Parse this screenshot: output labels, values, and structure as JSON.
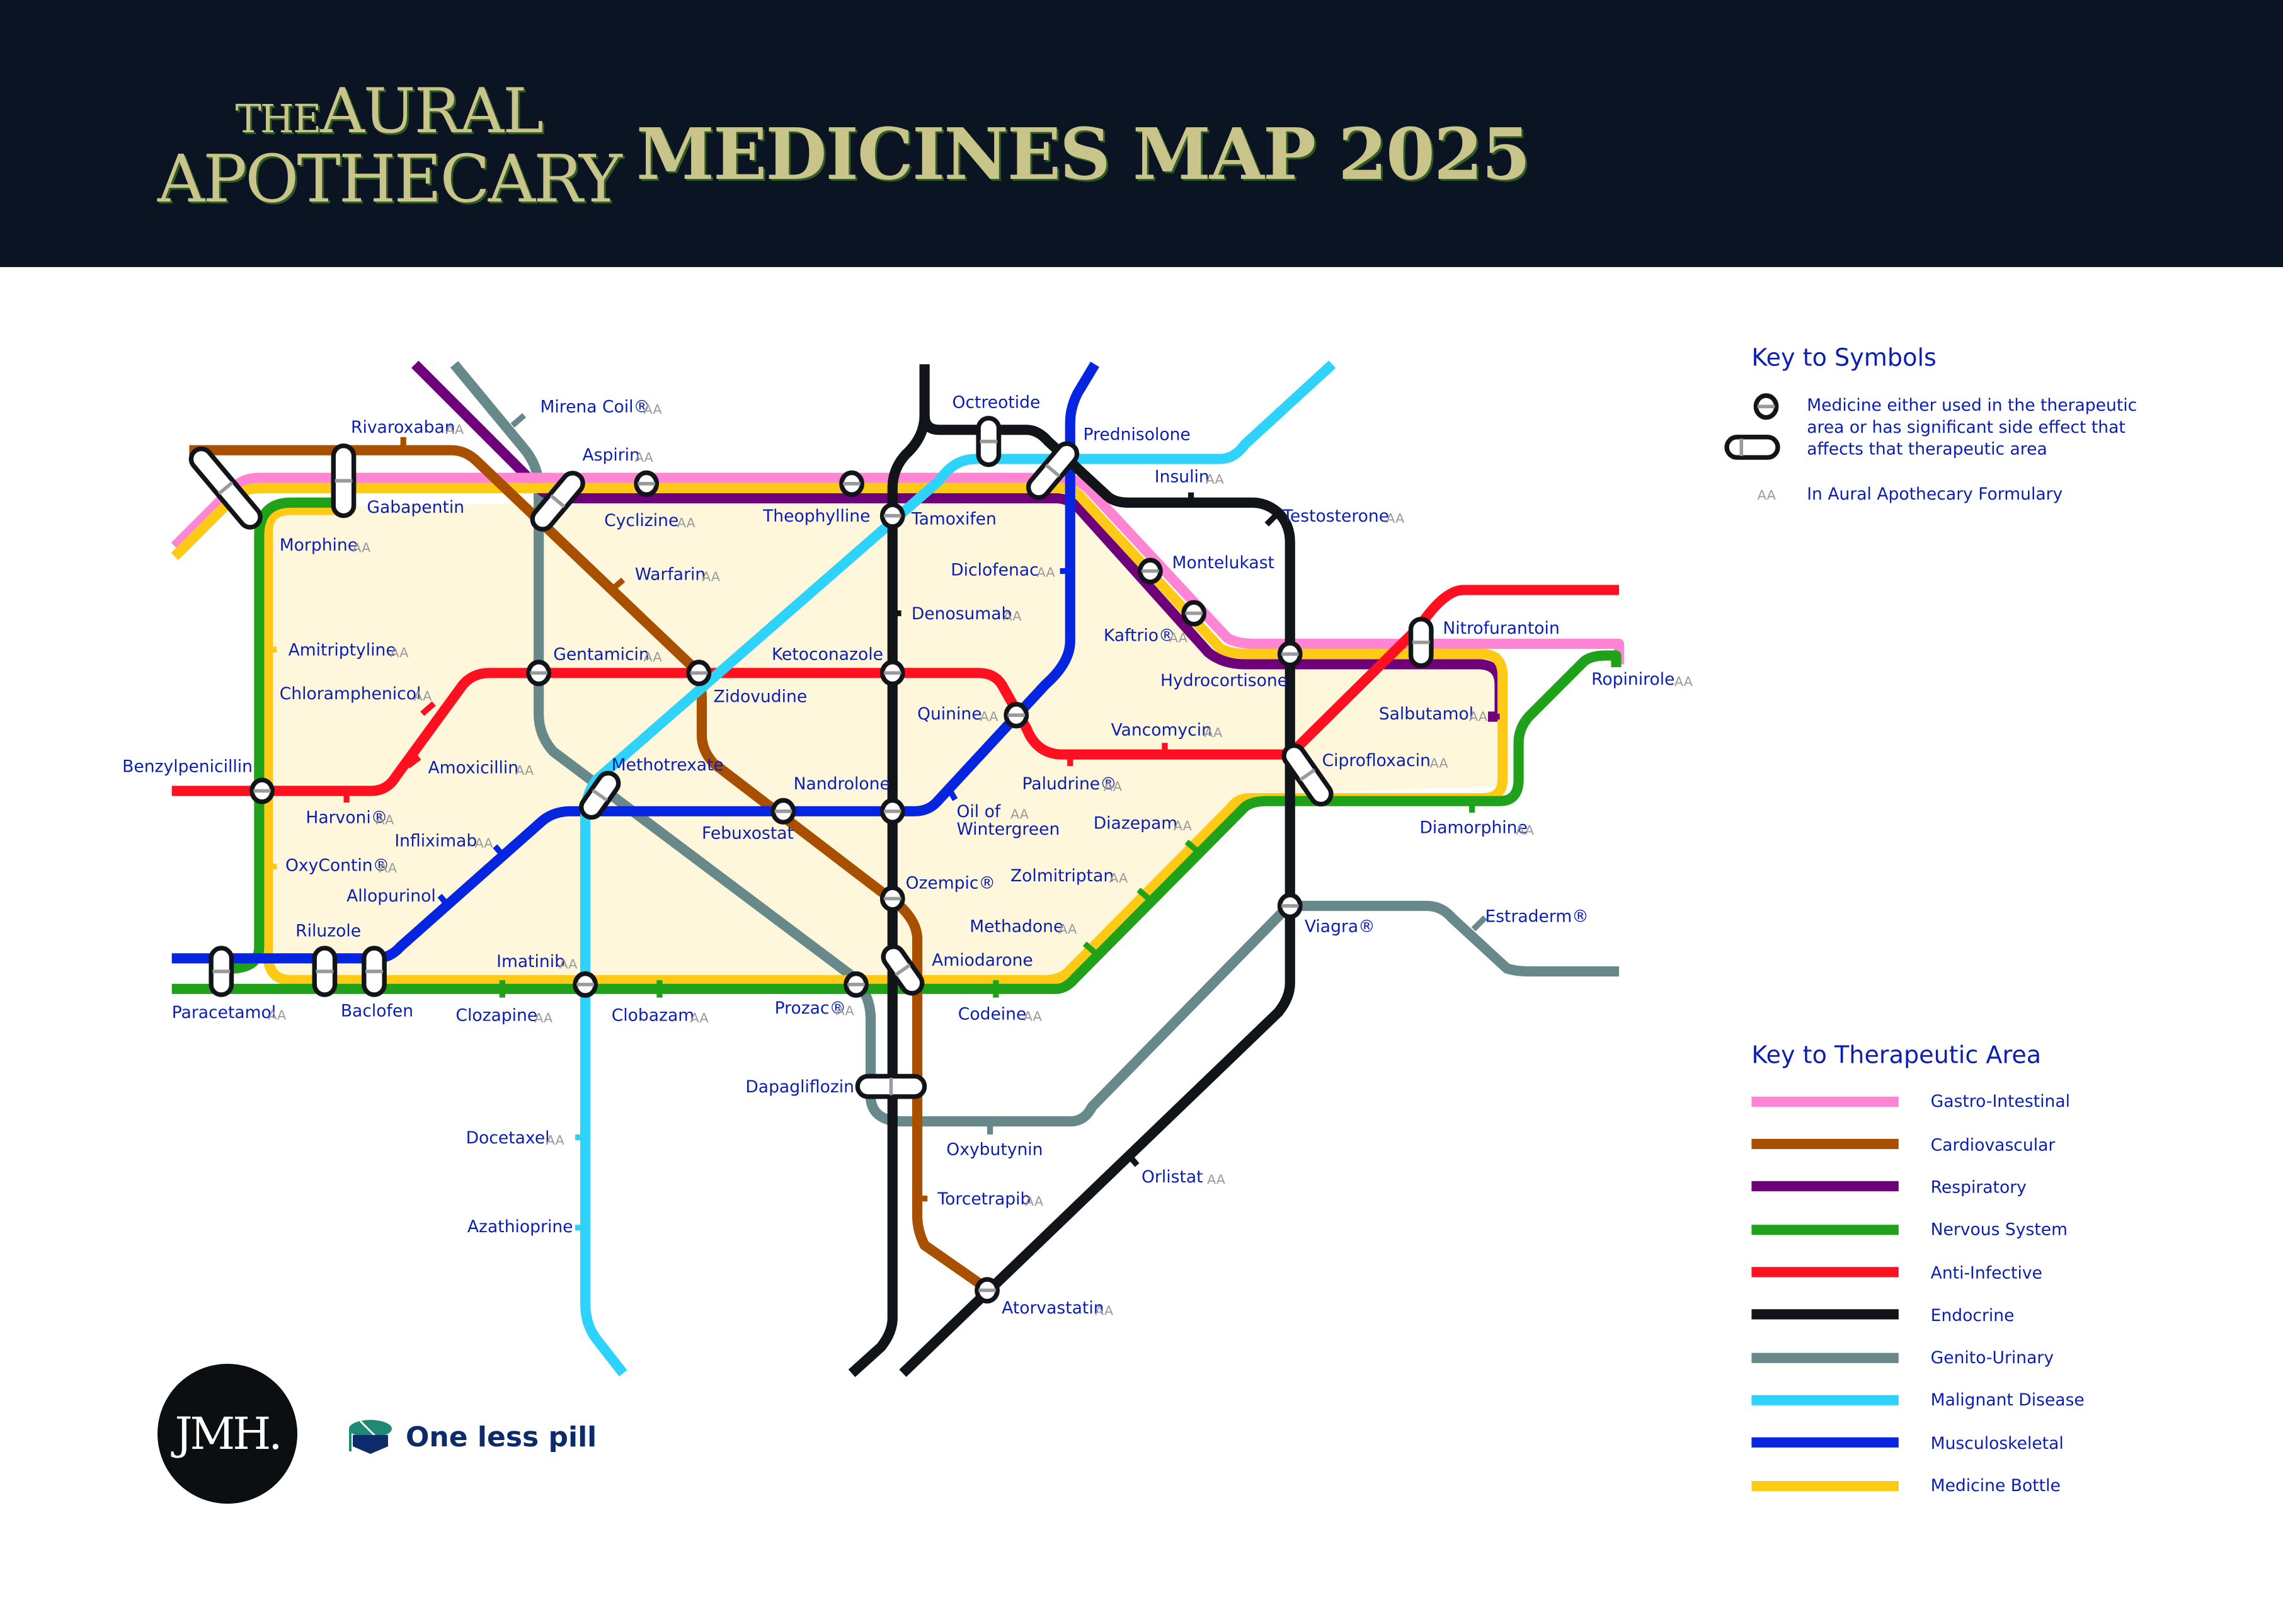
{
  "header": {
    "brand_line1_prefix": "THE",
    "brand_line1": "AURAL",
    "brand_line2": "APOTHECARY",
    "title": "MEDICINES MAP 2025"
  },
  "key_symbols": {
    "heading": "Key to Symbols",
    "station_desc_lines": [
      "Medicine either used in the therapeutic",
      "area or has significant side effect that",
      "affects that therapeutic area"
    ],
    "formulary_glyph": "AA",
    "formulary_desc": "In Aural Apothecary Formulary"
  },
  "key_areas": {
    "heading": "Key to Therapeutic Area",
    "items": [
      {
        "label": "Gastro-Intestinal",
        "color": "#ff85d4"
      },
      {
        "label": "Cardiovascular",
        "color": "#a84f00"
      },
      {
        "label": "Respiratory",
        "color": "#6e007a"
      },
      {
        "label": "Nervous System",
        "color": "#1fa21a"
      },
      {
        "label": "Anti-Infective",
        "color": "#ff1020"
      },
      {
        "label": "Endocrine",
        "color": "#111418"
      },
      {
        "label": "Genito-Urinary",
        "color": "#67898a"
      },
      {
        "label": "Malignant Disease",
        "color": "#2ed3fb"
      },
      {
        "label": "Musculoskeletal",
        "color": "#0625e0"
      },
      {
        "label": "Medicine Bottle",
        "color": "#ffca16"
      }
    ]
  },
  "colors": {
    "header_bg": "#0b1422",
    "brand_gold": "#c9c48a",
    "label_blue": "#0a1fb0",
    "interior_cream": "#fff7dc",
    "gastro": "#ff85d4",
    "cardio": "#a84f00",
    "resp": "#6e007a",
    "nervous": "#1fa21a",
    "anti": "#ff1020",
    "endo": "#111418",
    "genito": "#67898a",
    "malig": "#2ed3fb",
    "musculo": "#0625e0",
    "bottle": "#ffca16"
  },
  "stations": {
    "mirena": "Mirena Coil®",
    "rivaroxaban": "Rivaroxaban",
    "aspirin": "Aspirin",
    "octreotide": "Octreotide",
    "prednisolone": "Prednisolone",
    "insulin": "Insulin",
    "testosterone": "Testosterone",
    "gabapentin": "Gabapentin",
    "morphine": "Morphine",
    "cyclizine": "Cyclizine",
    "theophylline": "Theophylline",
    "tamoxifen": "Tamoxifen",
    "warfarin": "Warfarin",
    "diclofenac": "Diclofenac",
    "montelukast": "Montelukast",
    "denosumab": "Denosumab",
    "kaftrio": "Kaftrio®",
    "nitrofurantoin": "Nitrofurantoin",
    "amitriptyline": "Amitriptyline",
    "gentamicin": "Gentamicin",
    "ketoconazole": "Ketoconazole",
    "hydrocortisone": "Hydrocortisone",
    "ropinirole": "Ropinirole",
    "chloramphenicol": "Chloramphenicol",
    "zidovudine": "Zidovudine",
    "quinine": "Quinine",
    "salbutamol": "Salbutamol",
    "vancomycin": "Vancomycin",
    "benzylpenicillin": "Benzylpenicillin",
    "amoxicillin": "Amoxicillin",
    "methotrexate": "Methotrexate",
    "ciprofloxacin": "Ciprofloxacin",
    "nandrolone": "Nandrolone",
    "paludrine": "Paludrine®",
    "harvoni": "Harvoni®",
    "oil_of_1": "Oil of",
    "oil_of_2": "Wintergreen",
    "diazepam": "Diazepam",
    "diamorphine": "Diamorphine",
    "febuxostat": "Febuxostat",
    "infliximab": "Infliximab",
    "oxycontin": "OxyContin®",
    "allopurinol": "Allopurinol",
    "ozempic": "Ozempic®",
    "zolmitriptan": "Zolmitriptan",
    "viagra": "Viagra®",
    "estraderm": "Estraderm®",
    "methadone": "Methadone",
    "riluzole": "Riluzole",
    "imatinib": "Imatinib",
    "amiodarone": "Amiodarone",
    "paracetamol": "Paracetamol",
    "baclofen": "Baclofen",
    "clozapine": "Clozapine",
    "clobazam": "Clobazam",
    "prozac": "Prozac®",
    "codeine": "Codeine",
    "dapagliflozin": "Dapagliflozin",
    "oxybutynin": "Oxybutynin",
    "docetaxel": "Docetaxel",
    "orlistat": "Orlistat",
    "torcetrapib": "Torcetrapib",
    "azathioprine": "Azathioprine",
    "atorvastatin": "Atorvastatin"
  },
  "formulary_mark": "AA",
  "footer": {
    "jmh_logo": "JMH.",
    "one_less_pill": "One less pill"
  }
}
